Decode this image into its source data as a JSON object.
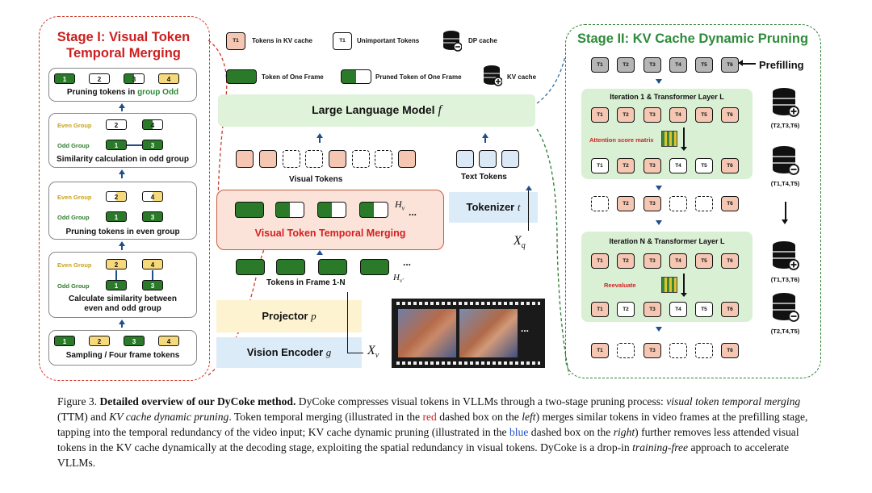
{
  "stage1": {
    "title": "Stage I: Visual Token Temporal Merging",
    "box_pruning_odd": {
      "label_prefix": "Pruning tokens in ",
      "label_highlight": "group Odd",
      "tokens": [
        "1",
        "2",
        "3",
        "4"
      ]
    },
    "box_similarity_odd": {
      "label": "Similarity calculation in odd group",
      "even_group": "Even Group",
      "odd_group": "Odd Group",
      "even_tokens": [
        "2",
        "4"
      ],
      "odd_tokens": [
        "1",
        "3"
      ]
    },
    "box_pruning_even": {
      "label": "Pruning tokens in even group",
      "even_group": "Even Group",
      "odd_group": "Odd Group",
      "even_tokens": [
        "2",
        "4"
      ],
      "odd_tokens": [
        "1",
        "3"
      ]
    },
    "box_calc_similarity": {
      "label_line1": "Calculate similarity between",
      "label_line2": "even and odd group",
      "even_group": "Even Group",
      "odd_group": "Odd Group",
      "even_tokens": [
        "2",
        "4"
      ],
      "odd_tokens": [
        "1",
        "3"
      ]
    },
    "box_sampling": {
      "label": "Sampling / Four frame tokens",
      "tokens": [
        "1",
        "2",
        "3",
        "4"
      ]
    }
  },
  "legend": {
    "tokens_kv": "Tokens in KV cache",
    "unimportant": "Unimportant Tokens",
    "dp_cache": "DP cache",
    "token_one_frame": "Token of One Frame",
    "pruned_token": "Pruned Token of One Frame",
    "kv_cache": "KV cache",
    "t1": "T1"
  },
  "center": {
    "llm_label": "Large Language Model",
    "llm_symbol": "f",
    "visual_tokens": "Visual Tokens",
    "text_tokens": "Text Tokens",
    "ttm_label": "Visual Token Temporal Merging",
    "hv": "H",
    "hv_sub": "v",
    "hv2_sub": "v'",
    "ellipsis": "...",
    "tokens_frames": "Tokens in Frame 1-N",
    "tokenizer_label": "Tokenizer",
    "tokenizer_symbol": "t",
    "xq": "X",
    "xq_sub": "q",
    "projector_label": "Projector",
    "projector_symbol": "p",
    "encoder_label": "Vision Encoder",
    "encoder_symbol": "g",
    "xv": "X",
    "xv_sub": "v"
  },
  "stage2": {
    "title": "Stage II: KV Cache Dynamic Pruning",
    "prefilling": "Prefilling",
    "tokens": [
      "T1",
      "T2",
      "T3",
      "T4",
      "T5",
      "T6"
    ],
    "iter1_title": "Iteration 1 & Transformer Layer L",
    "attention_label": "Attention score matrix",
    "iterN_title": "Iteration N & Transformer Layer L",
    "reevaluate": "Reevaluate",
    "db1": "(T2,T3,T6)",
    "db2": "(T1,T4,T5)",
    "db3": "(T1,T3,T6)",
    "db4": "(T2,T4,T5)"
  },
  "colors": {
    "stage1_border": "#cc3a2a",
    "stage2_border": "#2f7d35",
    "token_green": "#2a7a2a",
    "token_yellow": "#f5d97a",
    "token_pink": "#f5c7b3",
    "llm_bg": "#dff2da",
    "ttm_bg": "#fbe3da",
    "projector_bg": "#fdf3d0",
    "encoder_bg": "#dcebf8"
  },
  "caption": {
    "fig": "Figure 3. ",
    "title_bold": "Detailed overview of our DyCoke method.",
    "t1": " DyCoke compresses visual tokens in VLLMs through a two-stage pruning process: ",
    "t1_it": "visual token temporal merging",
    "t2": " (TTM) and ",
    "t2_it": "KV cache dynamic pruning",
    "t3": ". Token temporal merging (illustrated in the ",
    "t3_red": "red",
    "t4": " dashed box on the ",
    "t4_it": "left",
    "t5": ") merges similar tokens in video frames at the prefilling stage, tapping into the temporal redundancy of the video input; KV cache dynamic pruning (illustrated in the ",
    "t5_blue": "blue",
    "t6": " dashed box on the ",
    "t6_it": "right",
    "t7": ") further removes less attended visual tokens in the KV cache dynamically at the decoding stage, exploiting the spatial redundancy in visual tokens. DyCoke is a drop-in ",
    "t7_it": "training-free",
    "t8": " approach to accelerate VLLMs."
  }
}
